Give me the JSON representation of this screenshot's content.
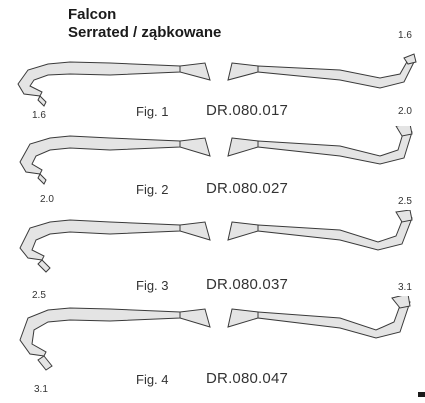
{
  "header": {
    "brand": "Falcon",
    "subtitle": "Serrated / ząbkowane"
  },
  "instruments": [
    {
      "fig_label": "Fig. 1",
      "code": "DR.080.017",
      "size_left": "1.6",
      "size_right": "1.6"
    },
    {
      "fig_label": "Fig. 2",
      "code": "DR.080.027",
      "size_left": "2.0",
      "size_right": "2.0"
    },
    {
      "fig_label": "Fig. 3",
      "code": "DR.080.037",
      "size_left": "2.5",
      "size_right": "2.5"
    },
    {
      "fig_label": "Fig. 4",
      "code": "DR.080.047",
      "size_left": "3.1",
      "size_right": "3.1"
    }
  ],
  "colors": {
    "line": "#3a3a3a",
    "fill": "#e4e4e4",
    "text": "#333333"
  }
}
